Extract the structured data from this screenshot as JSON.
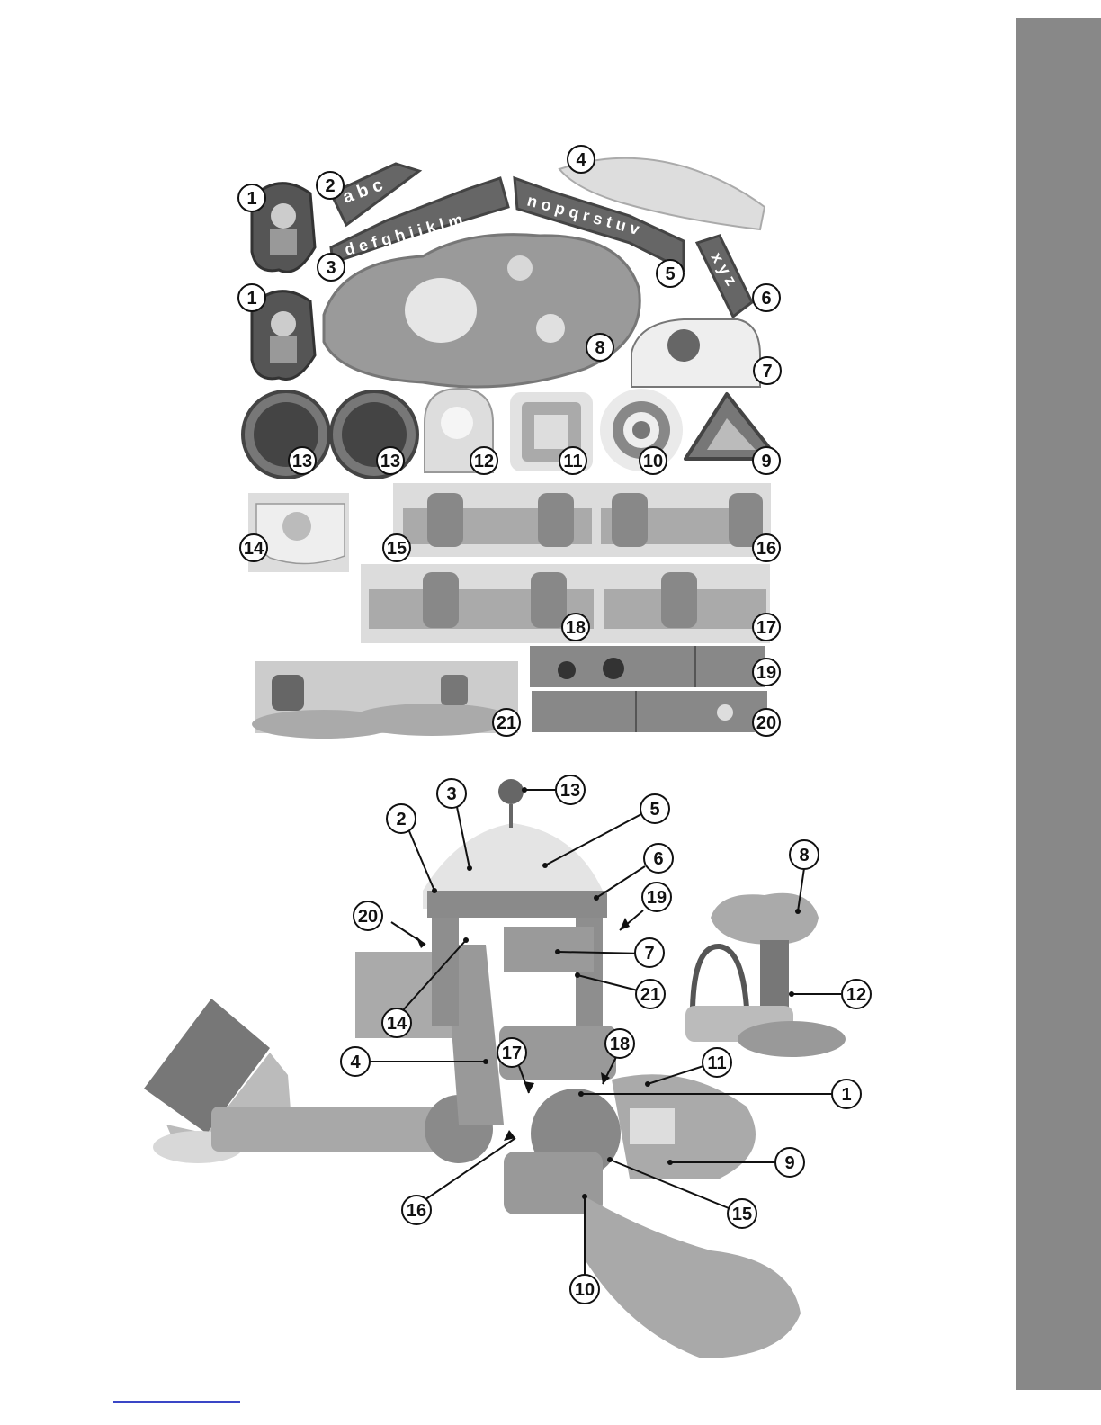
{
  "page": {
    "side_tab_color": "#888888",
    "footer_line_color": "#3a46c6"
  },
  "stickers": {
    "letters_abc": "a b c",
    "letters_d_m": "d e f g h i j k l m",
    "letters_n_w": "n o p q r s t u v",
    "letters_xyz": "x y z",
    "callouts": [
      "1",
      "2",
      "3",
      "4",
      "5",
      "6",
      "1",
      "7",
      "8",
      "9",
      "10",
      "11",
      "12",
      "13",
      "13",
      "14",
      "15",
      "16",
      "17",
      "18",
      "19",
      "20",
      "21"
    ]
  },
  "playset": {
    "callouts": [
      "1",
      "2",
      "3",
      "4",
      "5",
      "6",
      "7",
      "8",
      "9",
      "10",
      "11",
      "12",
      "13",
      "14",
      "15",
      "16",
      "17",
      "18",
      "19",
      "20",
      "21"
    ]
  }
}
